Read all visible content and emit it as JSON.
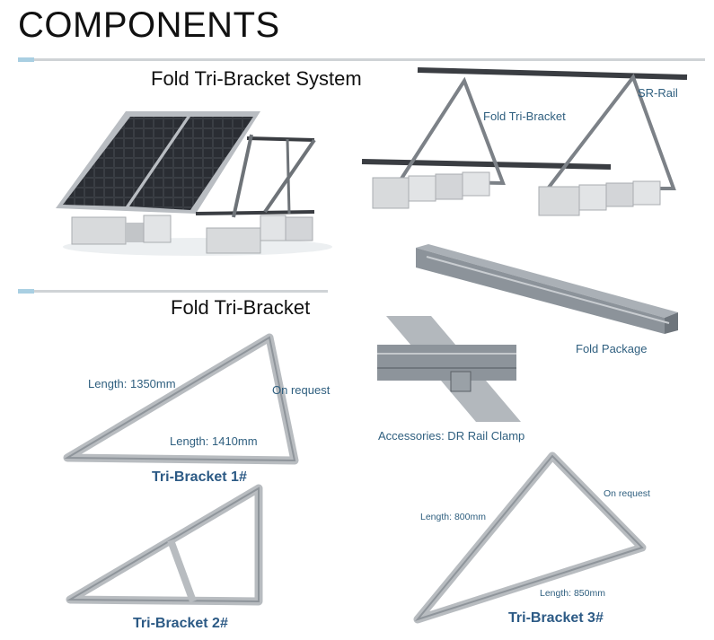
{
  "header": {
    "title": "COMPONENTS"
  },
  "sections": {
    "system": {
      "title": "Fold Tri-Bracket System"
    },
    "bracket": {
      "title": "Fold Tri-Bracket"
    }
  },
  "callouts": {
    "sr_rail": "SR-Rail",
    "fold_tri_bracket": "Fold Tri-Bracket",
    "fold_package": "Fold Package",
    "accessories": "Accessories: DR Rail Clamp"
  },
  "brackets": [
    {
      "name": "Tri-Bracket 1#",
      "length_a": "Length: 1350mm",
      "length_b": "Length: 1410mm",
      "note": "On request"
    },
    {
      "name": "Tri-Bracket 2#"
    },
    {
      "name": "Tri-Bracket 3#",
      "length_a": "Length: 800mm",
      "length_b": "Length: 850mm",
      "note": "On request"
    }
  ],
  "colors": {
    "accent_rule": "#a9cfe2",
    "callout_text": "#2f5f7f",
    "bracket_label": "#2c5a85"
  }
}
